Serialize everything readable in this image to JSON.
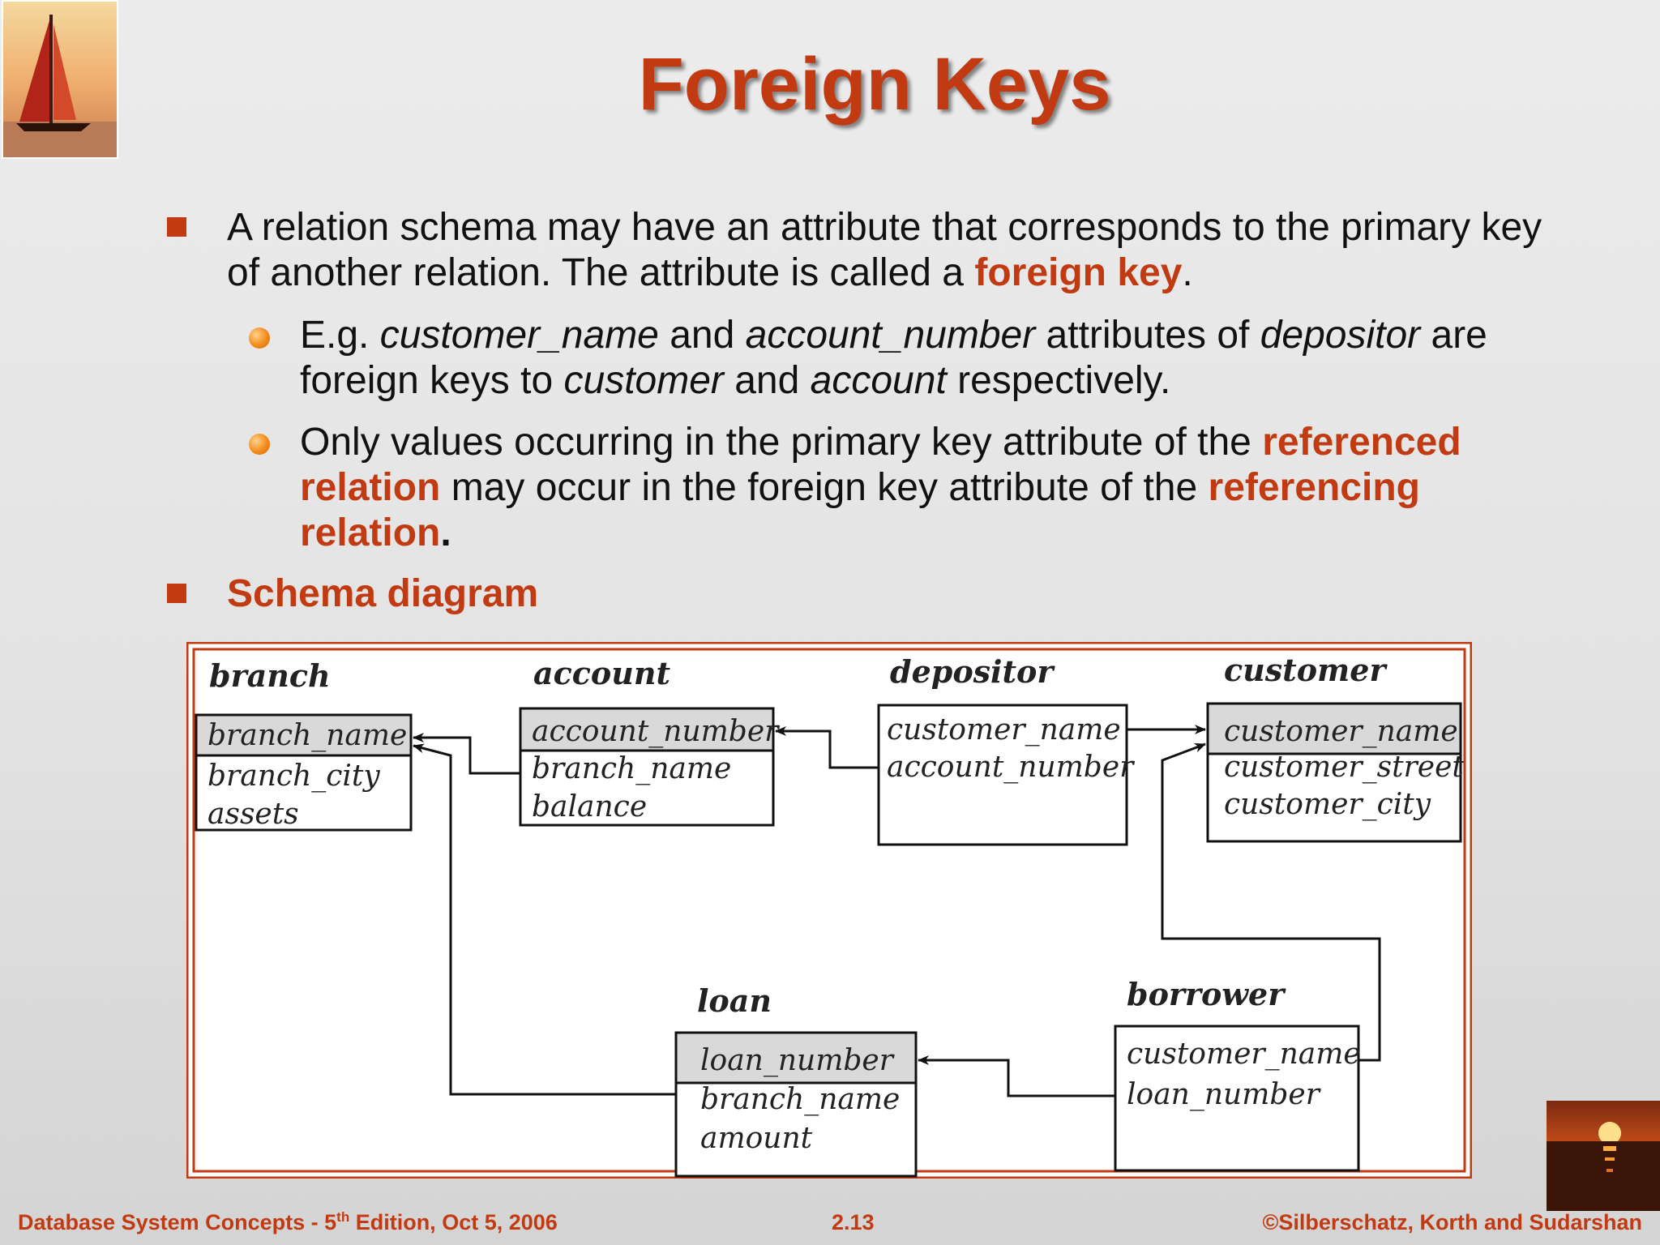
{
  "title": "Foreign Keys",
  "bullet1": {
    "pre": "A relation schema may have an attribute that corresponds to the primary key of another relation.  The attribute is called a ",
    "term": "foreign key",
    "post": "."
  },
  "bullet1a": {
    "p1": "E.g. ",
    "i1": "customer_name",
    "p2": " and ",
    "i2": "account_number",
    "p3": " attributes of ",
    "i3": "depositor",
    "p4": " are foreign keys to ",
    "i4": "customer",
    "p5": " and ",
    "i5": "account",
    "p6": " respectively."
  },
  "bullet1b": {
    "p1": "Only values occurring in the primary key attribute of the ",
    "t1": "referenced relation",
    "p2": " may occur in the foreign key attribute of the ",
    "t2": "referencing relation",
    "p3": "."
  },
  "bullet2": "Schema diagram",
  "schema": {
    "branch": {
      "name": "branch",
      "key": "branch_name",
      "attrs": [
        "branch_city",
        "assets"
      ]
    },
    "account": {
      "name": "account",
      "key": "account_number",
      "attrs": [
        "branch_name",
        "balance"
      ]
    },
    "depositor": {
      "name": "depositor",
      "attrs": [
        "customer_name",
        "account_number"
      ]
    },
    "customer": {
      "name": "customer",
      "key": "customer_name",
      "attrs": [
        "customer_street",
        "customer_city"
      ]
    },
    "loan": {
      "name": "loan",
      "key": "loan_number",
      "attrs": [
        "branch_name",
        "amount"
      ]
    },
    "borrower": {
      "name": "borrower",
      "attrs": [
        "customer_name",
        "loan_number"
      ]
    }
  },
  "footer": {
    "left_a": "Database System Concepts - 5",
    "left_sup": "th",
    "left_b": " Edition, Oct 5, 2006",
    "center": "2.13",
    "right": "©Silberschatz, Korth and Sudarshan"
  },
  "colors": {
    "accent": "#c13a12",
    "bullet_dot": "#f28b1c"
  }
}
